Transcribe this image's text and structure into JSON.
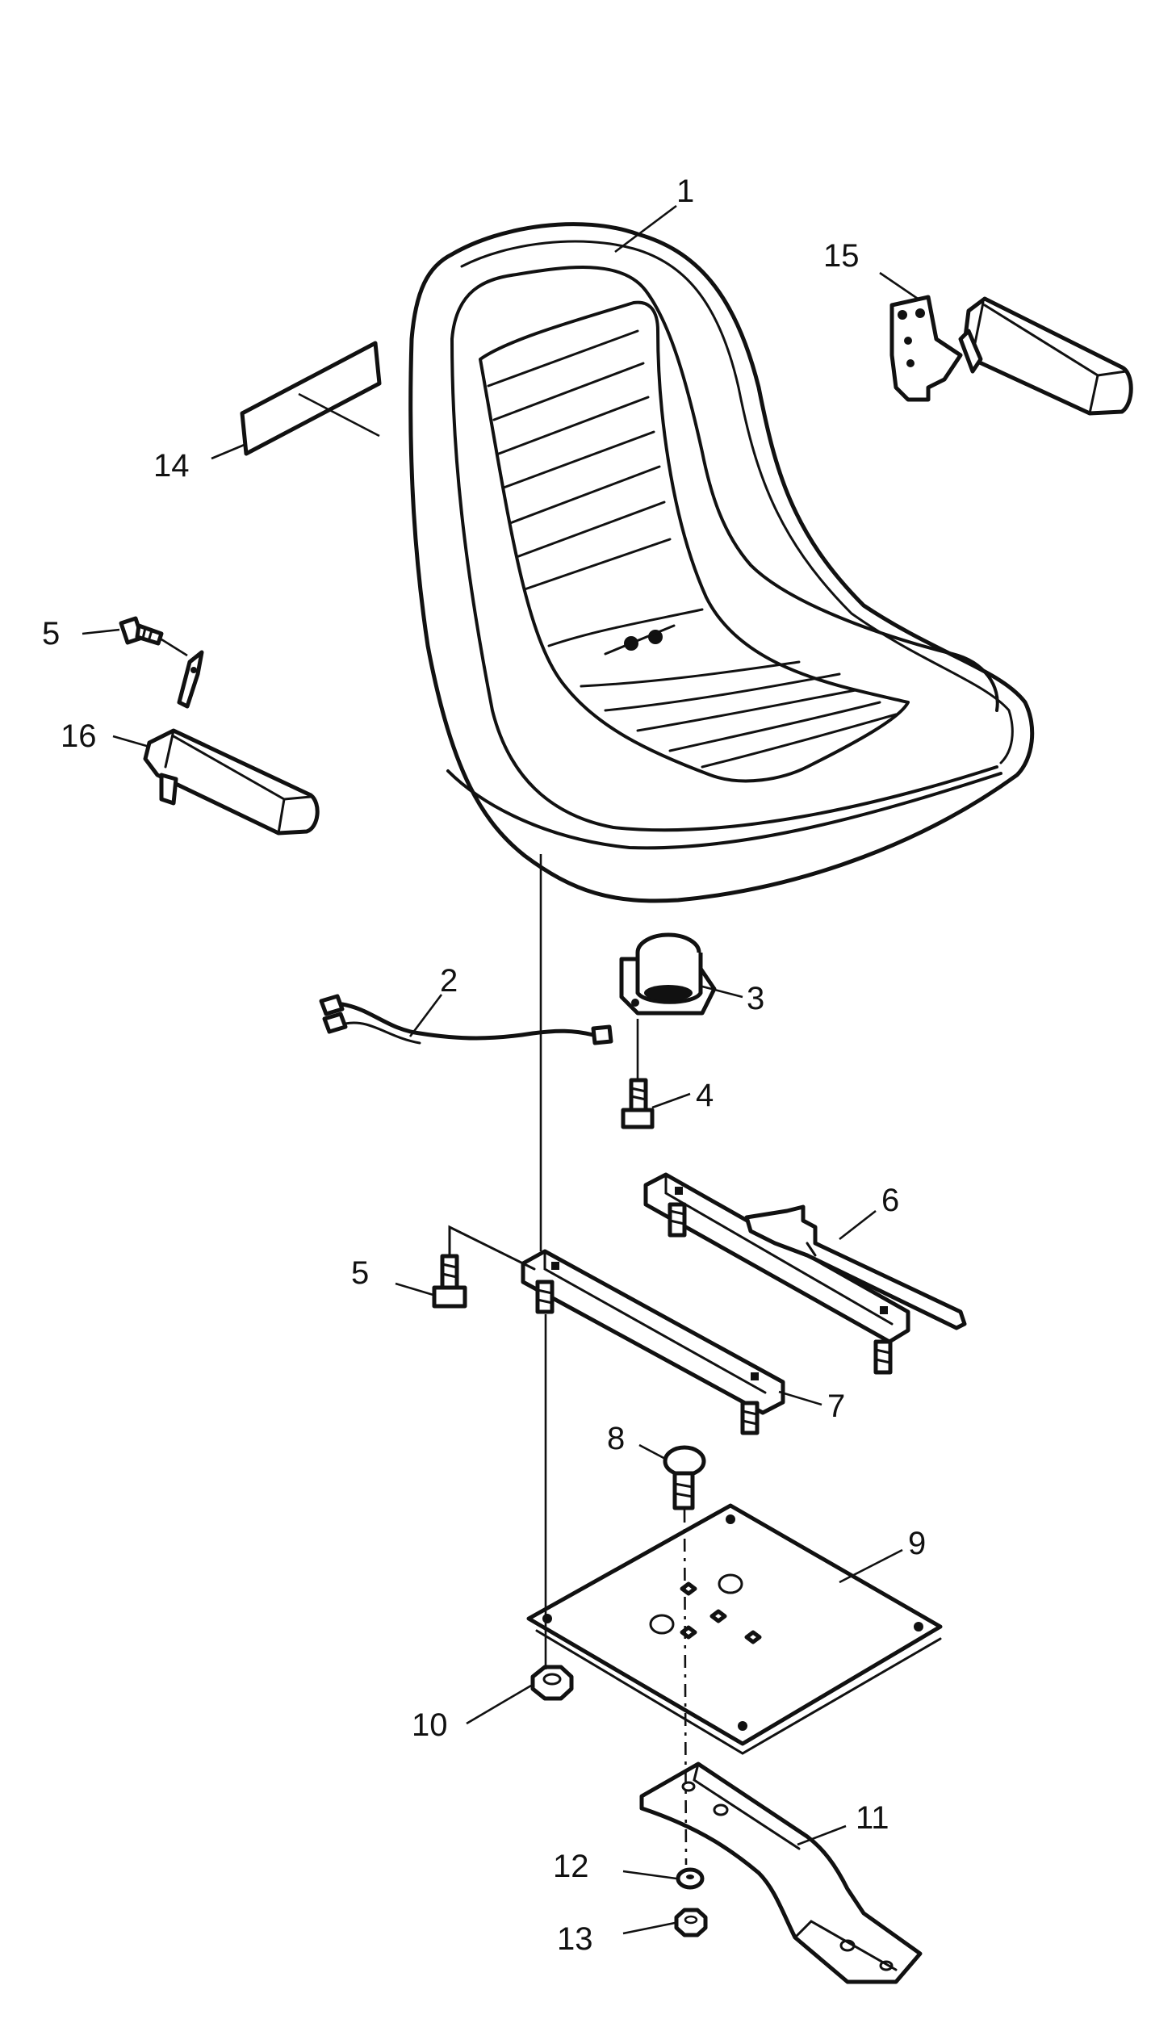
{
  "diagram": {
    "callouts": [
      {
        "id": "seat",
        "label": "1"
      },
      {
        "id": "harness",
        "label": "2"
      },
      {
        "id": "seat-switch",
        "label": "3"
      },
      {
        "id": "switch-screw",
        "label": "4"
      },
      {
        "id": "bolt-upper",
        "label": "5"
      },
      {
        "id": "bolt-lower",
        "label": "5"
      },
      {
        "id": "slide-rail-lever",
        "label": "6"
      },
      {
        "id": "slide-rail",
        "label": "7"
      },
      {
        "id": "carriage-bolt",
        "label": "8"
      },
      {
        "id": "seat-plate",
        "label": "9"
      },
      {
        "id": "nut-plate",
        "label": "10"
      },
      {
        "id": "bracket",
        "label": "11"
      },
      {
        "id": "washer",
        "label": "12"
      },
      {
        "id": "nut-bracket",
        "label": "13"
      },
      {
        "id": "decal",
        "label": "14"
      },
      {
        "id": "armrest-right",
        "label": "15"
      },
      {
        "id": "armrest-left",
        "label": "16"
      }
    ]
  }
}
